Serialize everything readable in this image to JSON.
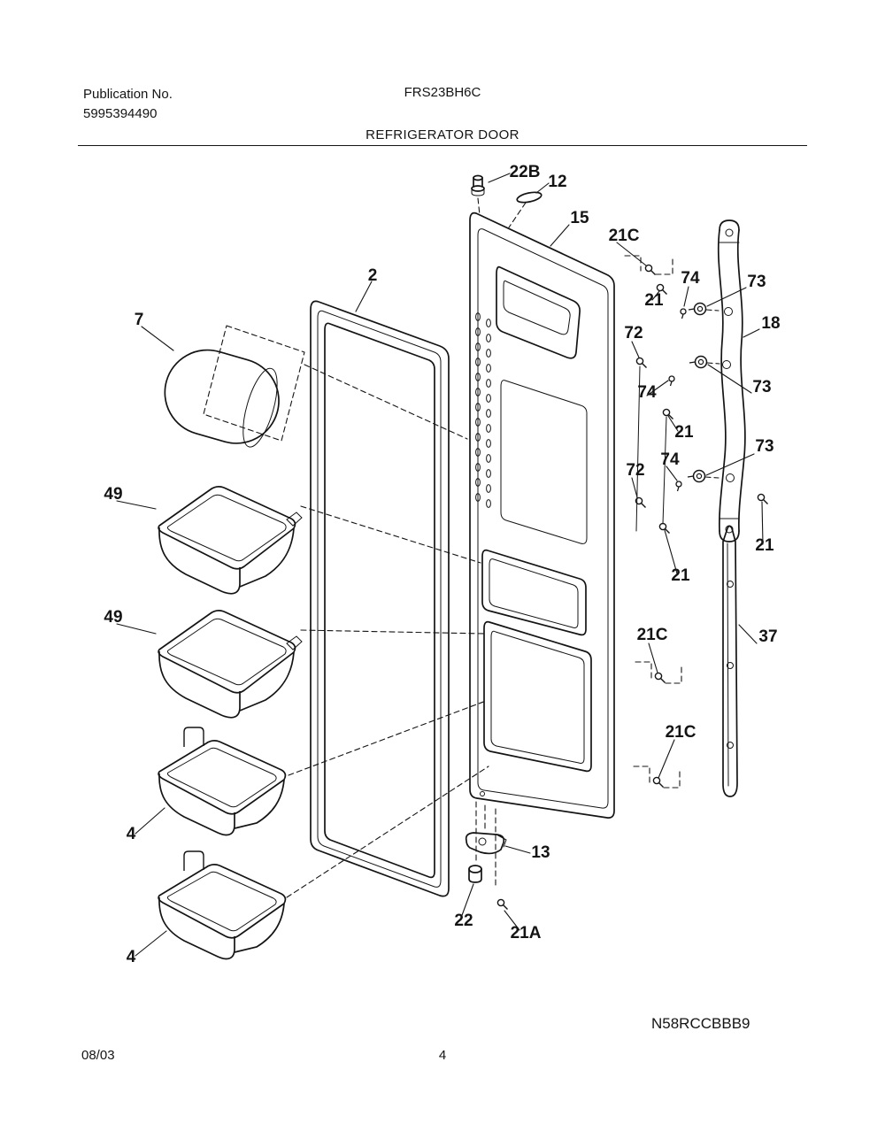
{
  "header": {
    "publication_label": "Publication No.",
    "publication_number": "5995394490",
    "model": "FRS23BH6C",
    "section_title": "REFRIGERATOR DOOR"
  },
  "footer": {
    "date": "08/03",
    "page_number": "4",
    "diagram_code": "N58RCCBBB9"
  },
  "colors": {
    "ink": "#141414",
    "background": "#ffffff"
  },
  "diagram": {
    "callouts": [
      {
        "label": "22B"
      },
      {
        "label": "12"
      },
      {
        "label": "15"
      },
      {
        "label": "21C"
      },
      {
        "label": "2"
      },
      {
        "label": "7"
      },
      {
        "label": "74"
      },
      {
        "label": "73"
      },
      {
        "label": "21"
      },
      {
        "label": "72"
      },
      {
        "label": "18"
      },
      {
        "label": "74"
      },
      {
        "label": "73"
      },
      {
        "label": "21"
      },
      {
        "label": "74"
      },
      {
        "label": "72"
      },
      {
        "label": "73"
      },
      {
        "label": "49"
      },
      {
        "label": "49"
      },
      {
        "label": "21"
      },
      {
        "label": "21"
      },
      {
        "label": "21C"
      },
      {
        "label": "37"
      },
      {
        "label": "21C"
      },
      {
        "label": "4"
      },
      {
        "label": "13"
      },
      {
        "label": "22"
      },
      {
        "label": "21A"
      },
      {
        "label": "4"
      }
    ]
  }
}
